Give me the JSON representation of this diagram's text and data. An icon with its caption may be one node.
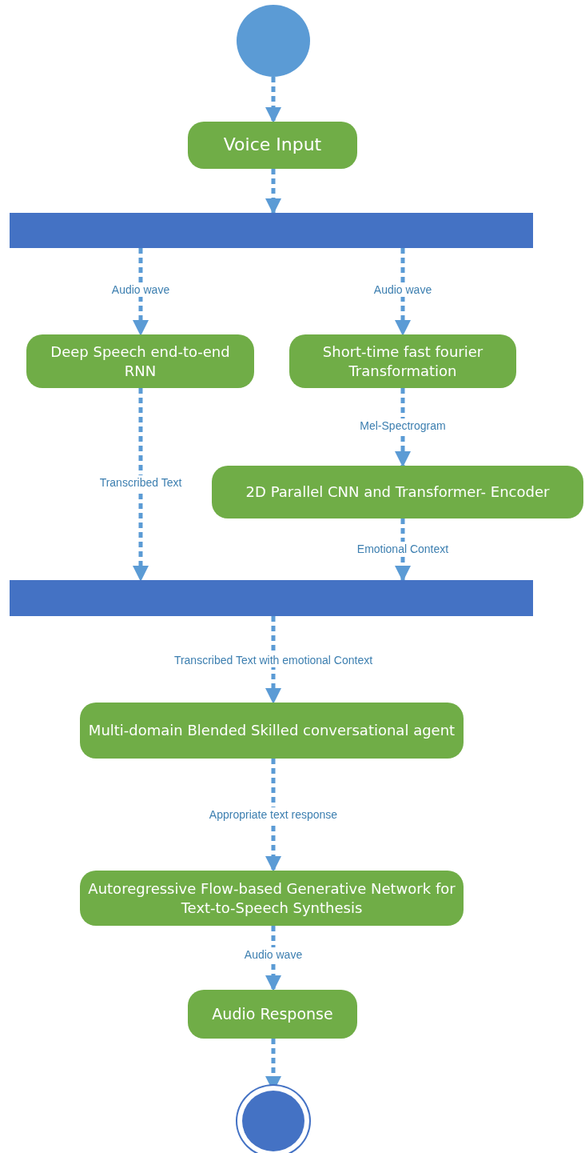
{
  "diagram": {
    "nodes": [
      {
        "text": [],
        "shape": "circle"
      },
      {
        "text": [
          "Voice Input"
        ]
      },
      {
        "text": [],
        "shape": "bar"
      },
      {
        "text": [
          "Deep Speech end-to-end RNN"
        ]
      },
      {
        "text": [
          "Short-time fast fourier Transformation"
        ]
      },
      {
        "text": [
          "2D Parallel CNN and Transformer- Encoder"
        ]
      },
      {
        "text": [],
        "shape": "bar"
      },
      {
        "text": [
          "Multi-domain Blended Skilled conversational agent"
        ]
      },
      {
        "text": [
          "Autoregressive Flow-based Generative Network for Text-to-Speech Synthesis"
        ]
      },
      {
        "text": [
          "Audio Response"
        ]
      },
      {
        "text": [],
        "shape": "circle"
      }
    ],
    "edges": [
      {
        "from": 0,
        "to": 1,
        "arrow": "to"
      },
      {
        "from": 1,
        "to": 2,
        "arrow": "to"
      },
      {
        "from": 2,
        "to": 3,
        "arrow": "to",
        "label": "Audio wave"
      },
      {
        "from": 2,
        "to": 4,
        "arrow": "to",
        "label": "Audio wave"
      },
      {
        "from": 3,
        "to": 6,
        "arrow": "to",
        "label": "Transcribed Text"
      },
      {
        "from": 4,
        "to": 5,
        "arrow": "to",
        "label": "Mel-Spectrogram"
      },
      {
        "from": 5,
        "to": 6,
        "arrow": "to",
        "label": "Emotional Context"
      },
      {
        "from": 6,
        "to": 7,
        "arrow": "to",
        "label": "Transcribed Text with emotional Context"
      },
      {
        "from": 7,
        "to": 8,
        "arrow": "to",
        "label": "Appropriate text response"
      },
      {
        "from": 8,
        "to": 9,
        "arrow": "to",
        "label": "Audio wave"
      },
      {
        "from": 9,
        "to": 10,
        "arrow": "to"
      }
    ]
  }
}
